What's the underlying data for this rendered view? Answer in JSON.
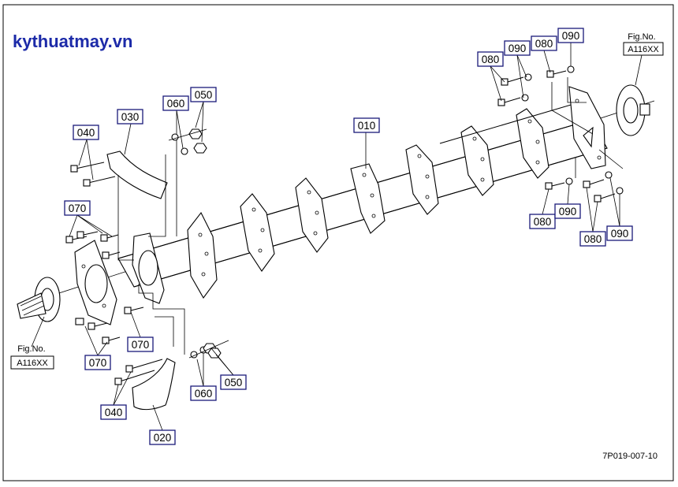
{
  "watermark": "kythuatmay.vn",
  "drawing_code": "7P019-007-10",
  "fig_ref_left": {
    "line1": "Fig.No.",
    "line2": "A116XX"
  },
  "fig_ref_right": {
    "line1": "Fig.No.",
    "line2": "A116XX"
  },
  "callouts": {
    "c010": "010",
    "c020": "020",
    "c030": "030",
    "c040_top": "040",
    "c040_bottom": "040",
    "c050_top": "050",
    "c050_bottom": "050",
    "c060_top": "060",
    "c060_bottom": "060",
    "c070_a": "070",
    "c070_b": "070",
    "c070_c": "070",
    "c080_a": "080",
    "c080_b": "080",
    "c080_c": "080",
    "c080_d": "080",
    "c090_a": "090",
    "c090_b": "090",
    "c090_c": "090",
    "c090_d": "090"
  }
}
